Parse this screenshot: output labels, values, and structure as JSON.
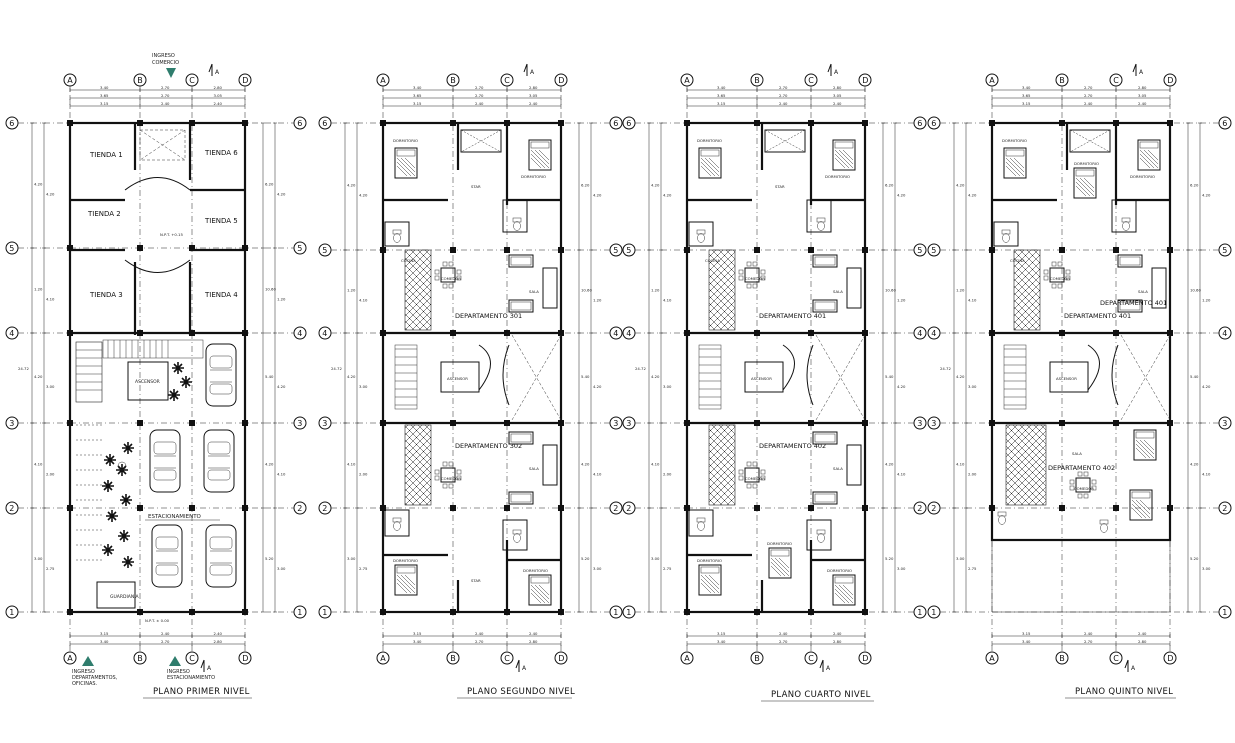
{
  "levels": [
    {
      "title": "PLANO PRIMER NIVEL"
    },
    {
      "title": "PLANO SEGUNDO NIVEL"
    },
    {
      "title": "PLANO CUARTO NIVEL"
    },
    {
      "title": "PLANO QUINTO NIVEL"
    }
  ],
  "grid": {
    "columns": [
      "A",
      "B",
      "C",
      "D"
    ],
    "rows": [
      "6",
      "5",
      "4",
      "3",
      "2",
      "1"
    ]
  },
  "top_dims": {
    "row1": [
      "3.40",
      "2.70",
      "2.80"
    ],
    "row2": [
      "3.65",
      "2.70",
      "3.05"
    ],
    "row3": [
      "3.15",
      "2.40",
      "2.40"
    ]
  },
  "side_dims": {
    "left": [
      "4.20",
      "1.20",
      "4.20",
      "4.10",
      "3.00",
      "2.00",
      "2.75"
    ],
    "right": [
      "6.20",
      "10.60",
      "5.40",
      "4.20",
      "5.20",
      "7.50"
    ],
    "total": "24.72"
  },
  "ground": {
    "shops": [
      "TIENDA 1",
      "TIENDA 2",
      "TIENDA 3",
      "TIENDA 4",
      "TIENDA 5",
      "TIENDA 6"
    ],
    "elevator": "ASCENSOR",
    "parking": "ESTACIONAMIENTO",
    "guard": "GUARDIANIA",
    "entry_top": [
      "INGRESO",
      "COMERCIO"
    ],
    "entry_office": [
      "INGRESO",
      "DEPARTAMENTOS,",
      "OFICINAS."
    ],
    "entry_parking": [
      "INGRESO",
      "ESTACIONAMIENTO"
    ],
    "npt": "N.P.T. ± 0.00"
  },
  "plan2": {
    "dept_a": "DEPARTAMENTO 301",
    "dept_b": "DEPARTAMENTO 302"
  },
  "plan4": {
    "dept_a": "DEPARTAMENTO 401",
    "dept_b": "DEPARTAMENTO 402"
  },
  "plan5": {
    "dept_a": "DEPARTAMENTO 401",
    "dept_b": "DEPARTAMENTO 402"
  },
  "rooms": {
    "bedroom": "DORMITORIO",
    "living": "SALA",
    "dining": "COMEDOR",
    "kitchen": "COCINA",
    "study": "STAR",
    "elevator": "ASCENSOR"
  },
  "north_symbol": "A",
  "colors": {
    "line": "#111111",
    "marker": "#2f7d6d"
  }
}
